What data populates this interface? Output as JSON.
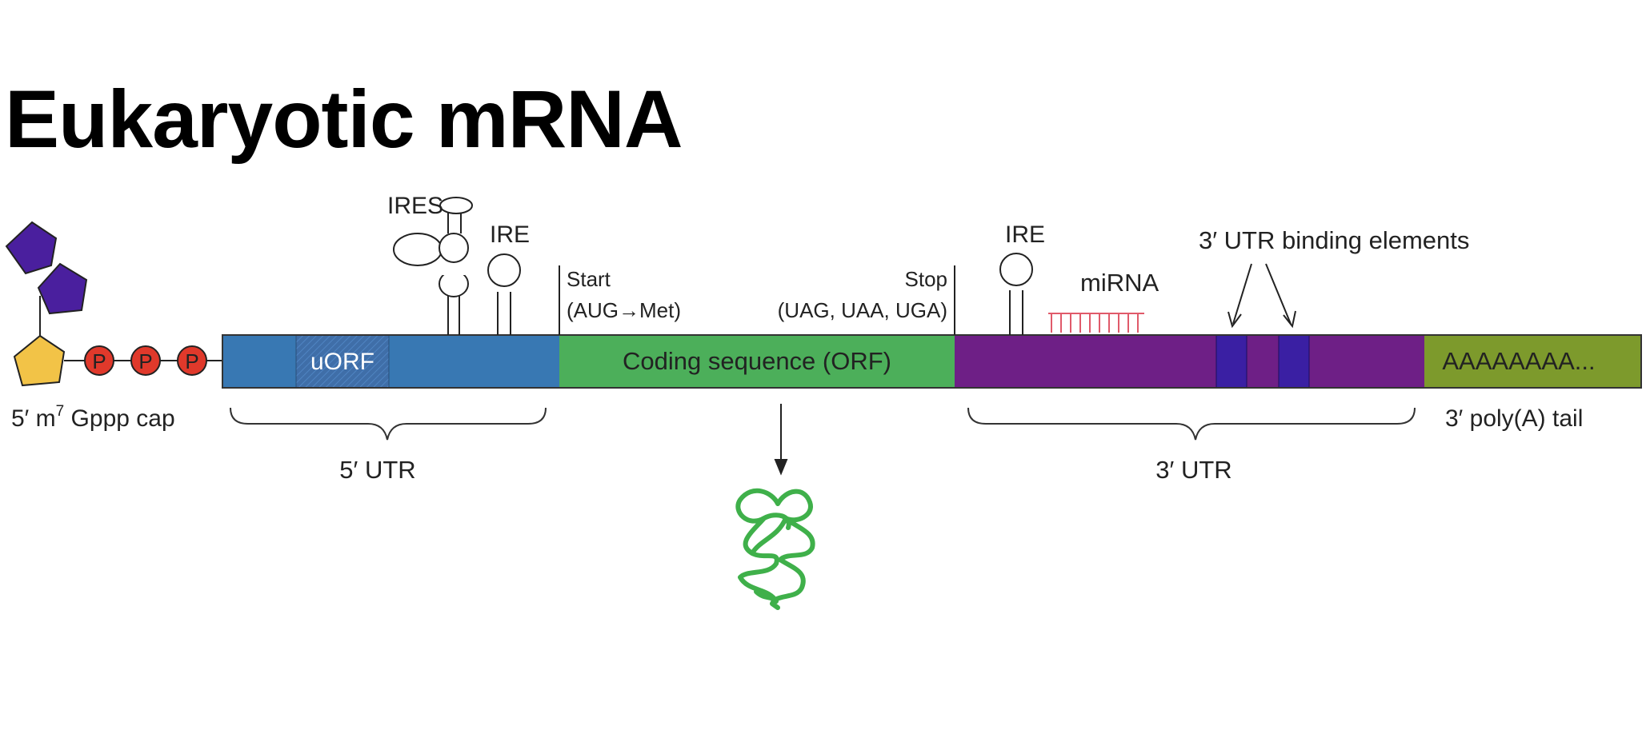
{
  "title": "Eukaryotic mRNA",
  "cap": {
    "label_prefix": "5′ m",
    "label_superscript": "7",
    "label_suffix": " Gppp cap",
    "phosphate_symbol": "P"
  },
  "regions": {
    "utr5": {
      "label": "5′ UTR",
      "color": "#3878b3"
    },
    "uorf": {
      "label": "uORF",
      "color": "#3f6ea8"
    },
    "cds": {
      "label": "Coding sequence (ORF)",
      "color": "#4caf5a"
    },
    "utr3": {
      "label": "3′ UTR",
      "color": "#6e1f86"
    },
    "polya": {
      "label": "AAAAAAAA...",
      "caption": "3′ poly(A) tail",
      "color": "#7d9a2c"
    }
  },
  "annotations": {
    "ires": "IRES",
    "ire_5utr": "IRE",
    "ire_3utr": "IRE",
    "start_line1": "Start",
    "start_line2": "(AUG→Met)",
    "stop_line1": "Stop",
    "stop_line2": "(UAG, UAA, UGA)",
    "mirna": "miRNA",
    "binding_elements": "3′ UTR binding elements"
  },
  "colors": {
    "pentagon_purple": "#4a1f9e",
    "pentagon_yellow": "#f2c347",
    "phosphate_red": "#e0392b",
    "binding_element": "#3a1fa3",
    "mirna_pink": "#e05a6a",
    "protein_green": "#3fb04a"
  }
}
